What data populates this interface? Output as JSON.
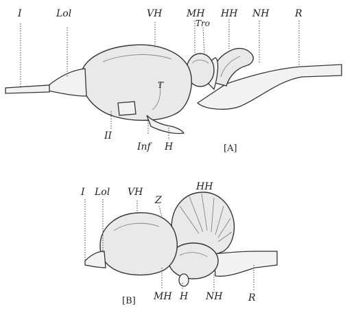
{
  "figure": {
    "panel_a": {
      "tag": "[A]",
      "labels": {
        "I": "I",
        "Lol": "Lol",
        "VH": "VH",
        "MH": "MH",
        "Tro": "Tro",
        "HH": "HH",
        "NH": "NH",
        "R": "R",
        "T": "T",
        "II": "II",
        "Inf": "Inf",
        "H": "H"
      }
    },
    "panel_b": {
      "tag": "[B]",
      "labels": {
        "I": "I",
        "Lol": "Lol",
        "VH": "VH",
        "Z": "Z",
        "HH": "HH",
        "MH": "MH",
        "H": "H",
        "NH": "NH",
        "R": "R"
      }
    }
  }
}
